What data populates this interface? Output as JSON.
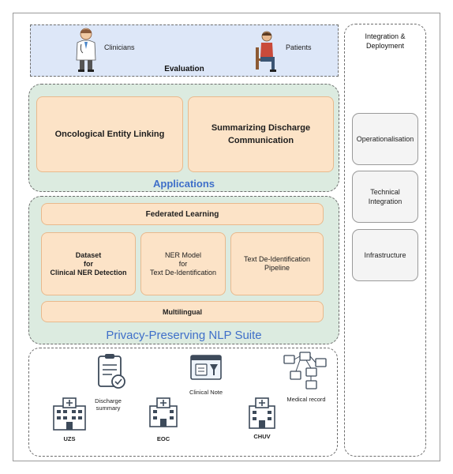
{
  "evaluation": {
    "title": "Evaluation",
    "clinicians": "Clinicians",
    "patients": "Patients"
  },
  "applications": {
    "title": "Applications",
    "items": [
      "Oncological Entity Linking",
      "Summarizing Discharge Communication"
    ]
  },
  "suite": {
    "title": "Privacy-Preserving NLP Suite",
    "federated": "Federated Learning",
    "dataset": [
      "Dataset",
      "for",
      "Clinical NER Detection"
    ],
    "ner_model": [
      "NER Model",
      "for",
      "Text De-Identification"
    ],
    "pipeline": [
      "Text De-Identification",
      "Pipeline"
    ],
    "multilingual": "Multilingual"
  },
  "integration": {
    "title": [
      "Integration &",
      "Deployment"
    ],
    "items": [
      [
        "Operationalisation"
      ],
      [
        "Technical",
        "Integration"
      ],
      [
        "Infrastructure"
      ]
    ]
  },
  "data_sources": {
    "discharge_summary": [
      "Discharge",
      "summary"
    ],
    "clinical_note": "Clinical Note",
    "medical_record": "Medical record",
    "hospitals": [
      "UZS",
      "EOC",
      "CHUV"
    ]
  },
  "colors": {
    "evaluation_bg": "#dde7f8",
    "panel_bg": "#dcebe0",
    "box_bg": "#fce3c7",
    "title_blue": "#3f6fc9"
  },
  "icons": [
    "doctor-icon",
    "patient-icon",
    "clipboard-icon",
    "clinical-note-icon",
    "medical-record-icon",
    "hospital-icon"
  ]
}
